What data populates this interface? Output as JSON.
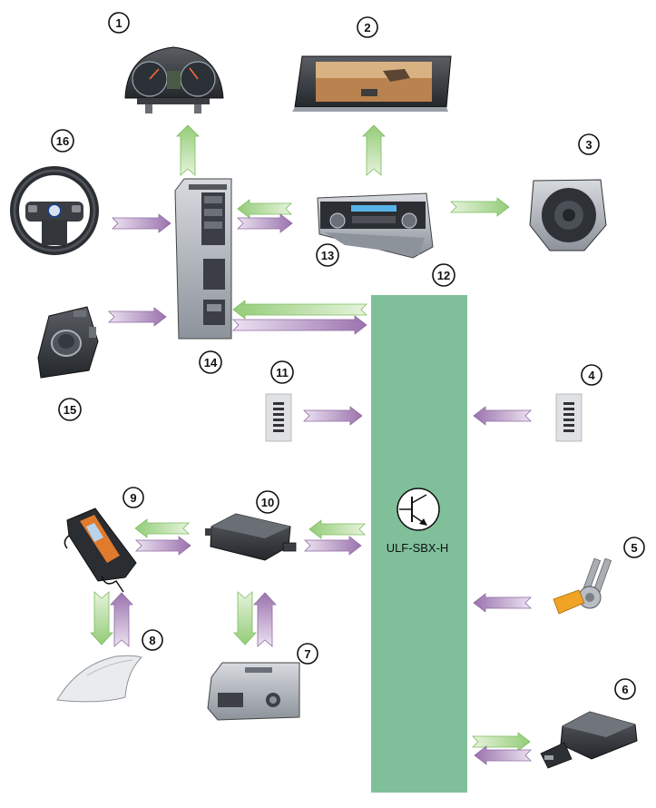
{
  "bus": {
    "label": "ULF-SBX-H",
    "number": "12"
  },
  "callouts": [
    "1",
    "2",
    "3",
    "4",
    "5",
    "6",
    "7",
    "8",
    "9",
    "10",
    "11",
    "13",
    "14",
    "15",
    "16"
  ],
  "components": [
    {
      "number": "1",
      "icon": "instrument-cluster-icon"
    },
    {
      "number": "2",
      "icon": "central-display-icon"
    },
    {
      "number": "3",
      "icon": "loudspeaker-icon"
    },
    {
      "number": "4",
      "icon": "microphone-icon"
    },
    {
      "number": "5",
      "icon": "usb-connector-icon"
    },
    {
      "number": "6",
      "icon": "bluetooth-antenna-icon"
    },
    {
      "number": "7",
      "icon": "snap-in-adapter-icon"
    },
    {
      "number": "8",
      "icon": "roof-antenna-icon"
    },
    {
      "number": "9",
      "icon": "mobile-phone-in-adapter-icon"
    },
    {
      "number": "10",
      "icon": "antenna-amplifier-icon"
    },
    {
      "number": "11",
      "icon": "microphone-icon"
    },
    {
      "number": "13",
      "icon": "audio-control-panel-icon"
    },
    {
      "number": "14",
      "icon": "head-unit-icon"
    },
    {
      "number": "15",
      "icon": "controller-icon"
    },
    {
      "number": "16",
      "icon": "steering-wheel-icon"
    }
  ],
  "colors": {
    "bus_fill": "#7fc09a",
    "green_arrow": "#a9d58f",
    "purple_arrow": "#a37eb5",
    "circle_stroke": "#111111"
  }
}
